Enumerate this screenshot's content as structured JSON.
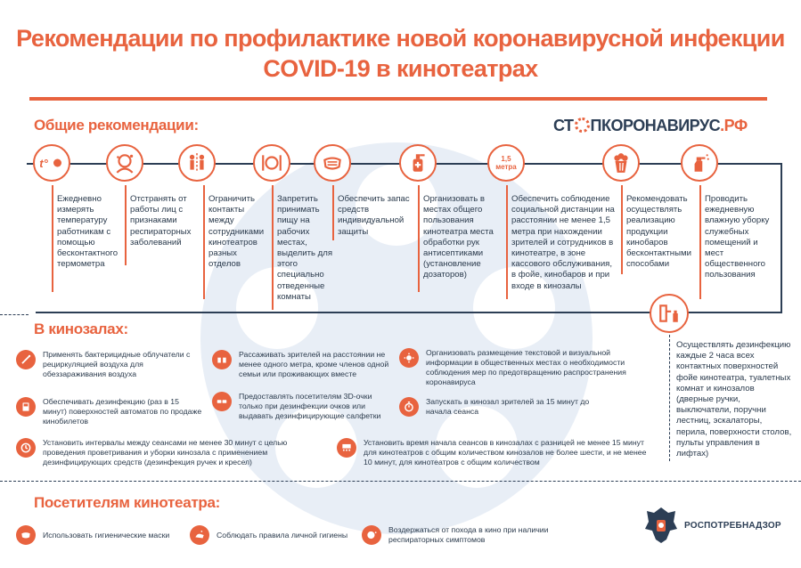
{
  "title": {
    "line1": "Рекомендации по профилактике новой коронавирусной инфекции",
    "line2": "COVID-19 в кинотеатрах"
  },
  "brand": {
    "part1": "СТ",
    "part2": "ПКОРОНАВИРУС",
    "part3": ".РФ"
  },
  "general": {
    "heading": "Общие рекомендации:",
    "thermometer_symbol": "t°",
    "distance_label": "1,5",
    "distance_unit": "метра",
    "items": [
      "Ежедневно измерять температуру работникам с помощью бесконтактного термометра",
      "Отстранять от работы лиц с признаками респираторных заболеваний",
      "Ограничить контакты между сотрудниками кинотеатров разных отделов",
      "Запретить принимать пищу на рабочих местах, выделить для этого специально отведенные комнаты",
      "Обеспечить запас средств индивидуальной защиты",
      "Организовать в местах общего пользования кинотеатра места обработки рук антисептиками (установление дозаторов)",
      "Обеспечить соблюдение социальной дистанции на расстоянии не менее 1,5 метра при нахождении зрителей и сотрудников в кинотеатре, в зоне кассового обслуживания, в фойе, кинобаров и при входе в кинозалы",
      "Рекомендовать осуществлять реализацию продукции кинобаров бесконтактными способами",
      "Проводить ежедневную влажную уборку служебных помещений и мест общественного пользования"
    ],
    "disinfection": "Осуществлять дезинфекцию каждые 2 часа всех контактных поверхностей фойе кинотеатра, туалетных комнат и кинозалов (дверные ручки, выключатели, поручни лестниц, эскалаторы, перила, поверхности столов, пульты управления в лифтах)"
  },
  "halls": {
    "heading": "В кинозалах:",
    "items": [
      "Применять бактерицидные облучатели с рециркуляцией воздуха для обеззараживания воздуха",
      "Обеспечивать дезинфекцию (раз в 15 минут) поверхностей автоматов по продаже кинобилетов",
      "Установить интервалы между сеансами не менее 30 минут с целью проведения проветривания и уборки кинозала с применением дезинфицирующих средств (дезинфекция ручек и кресел)",
      "Рассаживать зрителей на расстоянии не менее одного метра, кроме членов одной семьи или проживающих вместе",
      "Предоставлять посетителям 3D-очки только при дезинфекции очков или выдавать дезинфицирующие салфетки",
      "Организовать размещение текстовой и визуальной информации в общественных местах о необходимости соблюдения мер по предотвращению распространения коронавируса",
      "Запускать в кинозал зрителей за 15 минут до начала сеанса",
      "Установить время начала сеансов в кинозалах с разницей не менее 15 минут для кинотеатров с общим количеством кинозалов не более шести, и не менее 10 минут, для кинотеатров с общим количеством"
    ]
  },
  "visitors": {
    "heading": "Посетителям кинотеатра:",
    "items": [
      "Использовать гигиенические маски",
      "Соблюдать правила личной гигиены",
      "Воздержаться от похода в кино при наличии респираторных симптомов"
    ]
  },
  "agency": "РОСПОТРЕБНАДЗОР",
  "colors": {
    "accent": "#e8633f",
    "navy": "#2c3e55",
    "watermark": "#e8eef6"
  }
}
